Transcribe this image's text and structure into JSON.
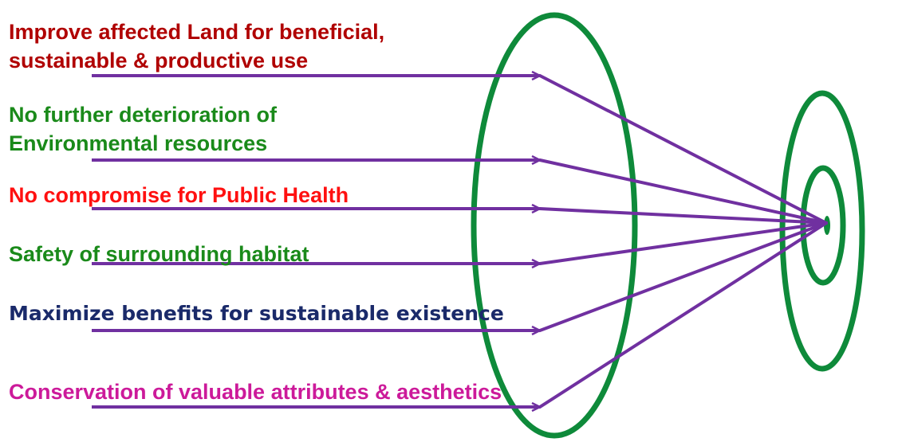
{
  "colors": {
    "arrow": "#7030a0",
    "ellipse": "#0e8a3a"
  },
  "goals": [
    {
      "lines": [
        "Improve affected Land for beneficial,",
        "sustainable & productive use"
      ],
      "color": "#b00000"
    },
    {
      "lines": [
        "No further deterioration of",
        "Environmental resources"
      ],
      "color": "#1a8a1a"
    },
    {
      "lines": [
        "No compromise for Public Health"
      ],
      "color": "#ff1010"
    },
    {
      "lines": [
        "Safety of surrounding habitat"
      ],
      "color": "#1a8a1a"
    },
    {
      "lines": [
        "Maximize benefits for sustainable existence"
      ],
      "color": "#1a2a6a"
    },
    {
      "lines": [
        "Conservation of valuable attributes & aesthetics"
      ],
      "color": "#cc1a9a"
    }
  ]
}
